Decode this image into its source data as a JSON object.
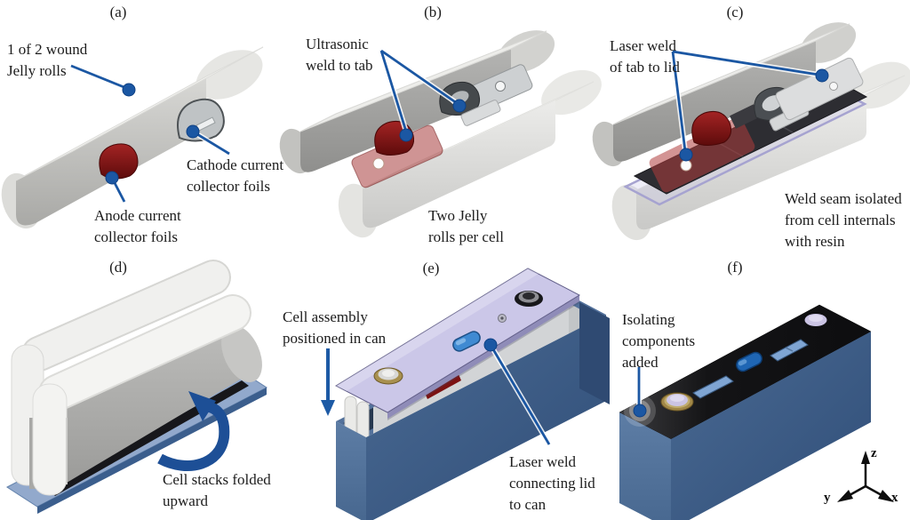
{
  "figure": {
    "background": "#ffffff",
    "annotation_color": "#1b57a3",
    "text_color": "#1c1c1c",
    "panels": {
      "a": {
        "letter": "(a)",
        "annotations": {
          "jelly_rolls": {
            "lines": [
              "1 of 2 wound",
              "Jelly rolls"
            ]
          },
          "cathode": {
            "lines": [
              "Cathode current",
              "collector foils"
            ]
          },
          "anode": {
            "lines": [
              "Anode current",
              "collector foils"
            ]
          }
        }
      },
      "b": {
        "letter": "(b)",
        "annotations": {
          "ultrasonic": {
            "lines": [
              "Ultrasonic",
              "weld to tab"
            ]
          },
          "two_rolls": {
            "lines": [
              "Two Jelly",
              "rolls per cell"
            ]
          }
        }
      },
      "c": {
        "letter": "(c)",
        "annotations": {
          "laser_weld": {
            "lines": [
              "Laser weld",
              "of tab to lid"
            ]
          },
          "resin": {
            "lines": [
              "Weld seam isolated",
              "from cell internals",
              "with resin"
            ]
          }
        }
      },
      "d": {
        "letter": "(d)",
        "annotations": {
          "folded": {
            "lines": [
              "Cell stacks folded",
              "upward"
            ]
          }
        }
      },
      "e": {
        "letter": "(e)",
        "annotations": {
          "assembly": {
            "lines": [
              "Cell assembly",
              "positioned in can"
            ]
          },
          "lid_weld": {
            "lines": [
              "Laser weld",
              "connecting lid",
              "to can"
            ]
          }
        }
      },
      "f": {
        "letter": "(f)",
        "annotations": {
          "isolating": {
            "lines": [
              "Isolating",
              "components",
              "added"
            ]
          }
        }
      }
    },
    "axes": {
      "x": "x",
      "y": "y",
      "z": "z"
    },
    "icons": {
      "leader_dot": "filled-circle",
      "fold_arrow": "curved-arrow",
      "insertion_arrow": "down-arrow",
      "axes_triad": "xyz-axes"
    },
    "colors": {
      "jelly_roll": "#f2f2f0",
      "anode_tab_red": "#7c1212",
      "cathode_tab_silver": "#bfc3c5",
      "can_blue": "#3e608c",
      "lid_lavender": "#cbc7e8",
      "isolating_cover_black": "#1a1a1c",
      "vent_blue": "#2f73c0",
      "base_plate_blue": "#92a9cc"
    }
  }
}
